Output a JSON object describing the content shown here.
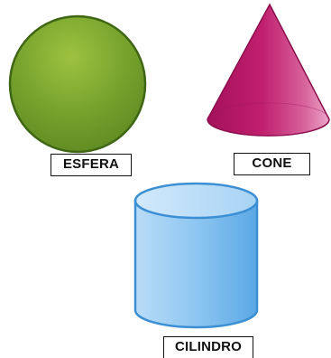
{
  "shapes": {
    "sphere": {
      "label": "ESFERA",
      "color": "#6f9a28",
      "highlight": "#9dc23f",
      "outline": "#3f6614"
    },
    "cone": {
      "label": "CONE",
      "color": "#c01f6e",
      "highlight": "#e87fb2",
      "outline": "#8a0f4c"
    },
    "cylinder": {
      "label": "CILINDRO",
      "color": "#7fbdf0",
      "highlight": "#c8e4fa",
      "outline": "#3d8fd4"
    }
  }
}
